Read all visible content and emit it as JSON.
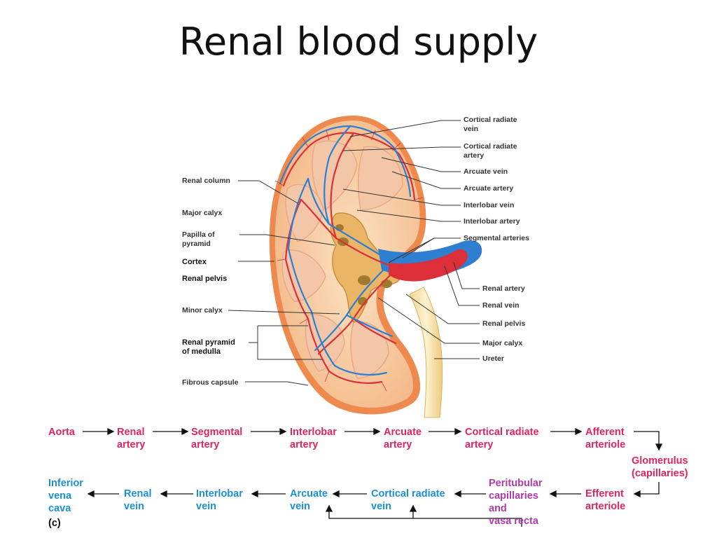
{
  "title": "Renal blood supply",
  "left_labels": [
    "Renal column",
    "Major calyx",
    "Papilla of\npyramid",
    "Cortex",
    "Renal pelvis",
    "Minor calyx",
    "Renal pyramid\nof medulla",
    "Fibrous capsule"
  ],
  "right_labels": [
    "Cortical radiate\nvein",
    "Cortical radiate\nartery",
    "Arcuate vein",
    "Arcuate artery",
    "Interlobar vein",
    "Interlobar artery",
    "Segmental arteries",
    "Renal artery",
    "Renal vein",
    "Renal pelvis",
    "Major calyx",
    "Ureter"
  ],
  "arterial_flow": [
    "Aorta",
    "Renal\nartery",
    "Segmental\nartery",
    "Interlobar\nartery",
    "Arcuate\nartery",
    "Cortical radiate\nartery",
    "Afferent\narteriole",
    "Glomerulus\n(capillaries)"
  ],
  "venous_flow": [
    "Efferent\narteriole",
    "Peritubular\ncapillaries\nand\nvasa recta",
    "Cortical radiate\nvein",
    "Arcuate\nvein",
    "Interlobar\nvein",
    "Renal\nvein",
    "Inferior\nvena\ncava"
  ],
  "panel_tag": "(c)",
  "colors": {
    "artery": "#e0245e",
    "vein": "#1a8fd6",
    "capillary": "#b03aa8",
    "kidney_cortex": "#f6c89a",
    "capsule": "#e8703a",
    "ureter": "#f7e6b0"
  }
}
